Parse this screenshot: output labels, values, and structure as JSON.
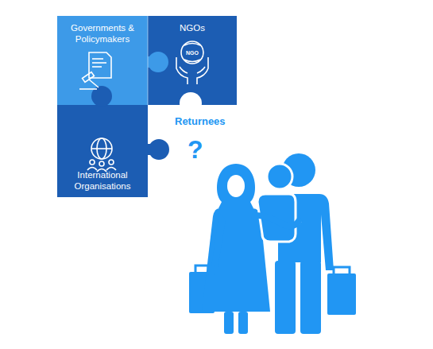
{
  "diagram": {
    "nodes": [
      {
        "text": [
          "Governments & Policymakers"
        ]
      },
      {
        "text": [
          "NGOs"
        ]
      },
      {
        "text": [
          "International Organisations"
        ]
      }
    ],
    "labels": [
      "NGO",
      "Returnees",
      "?"
    ]
  }
}
